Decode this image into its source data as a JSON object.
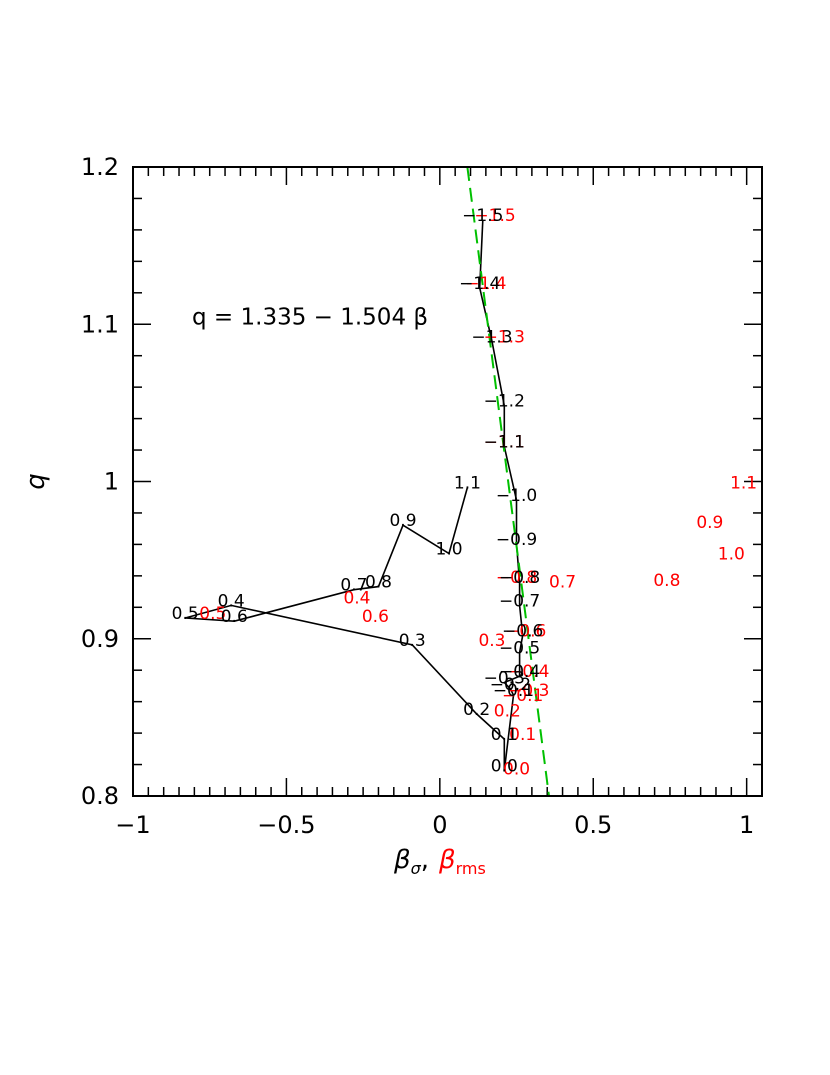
{
  "chart_data": {
    "type": "scatter",
    "xlim": [
      -1.0,
      1.05
    ],
    "ylim": [
      0.8,
      1.2
    ],
    "x_ticks": [
      "−1",
      "−0.5",
      "0",
      "0.5",
      "1"
    ],
    "x_tick_values": [
      -1,
      -0.5,
      0,
      0.5,
      1
    ],
    "y_ticks": [
      "0.8",
      "0.9",
      "1",
      "1.1",
      "1.2"
    ],
    "y_tick_values": [
      0.8,
      0.9,
      1.0,
      1.1,
      1.2
    ],
    "xlabel": {
      "part1": "β",
      "sub1": "σ",
      "sep": ",",
      "part2": "β",
      "sub2": "rms"
    },
    "ylabel": "q",
    "fit_line": {
      "label": "q = 1.335 − 1.504 β",
      "intercept": 1.335,
      "slope": -1.504,
      "color": "#00c000",
      "style": "dashed"
    },
    "series": [
      {
        "name": "β_σ",
        "color": "#000000",
        "points": [
          {
            "x": 0.21,
            "y": 0.82,
            "label": "0.0"
          },
          {
            "x": 0.21,
            "y": 0.84,
            "label": "0.1"
          },
          {
            "x": 0.12,
            "y": 0.856,
            "label": "0.2"
          },
          {
            "x": -0.09,
            "y": 0.9,
            "label": "0.3"
          },
          {
            "x": -0.68,
            "y": 0.925,
            "label": "0.4"
          },
          {
            "x": -0.83,
            "y": 0.917,
            "label": "0.5"
          },
          {
            "x": -0.67,
            "y": 0.915,
            "label": "0.6"
          },
          {
            "x": -0.28,
            "y": 0.935,
            "label": "0.7"
          },
          {
            "x": -0.2,
            "y": 0.937,
            "label": "0.8"
          },
          {
            "x": -0.12,
            "y": 0.976,
            "label": "0.9"
          },
          {
            "x": 0.03,
            "y": 0.958,
            "label": "1.0"
          },
          {
            "x": 0.09,
            "y": 1.0,
            "label": "1.1"
          },
          {
            "x": 0.24,
            "y": 0.868,
            "label": "−0.1"
          },
          {
            "x": 0.23,
            "y": 0.872,
            "label": "−0.2"
          },
          {
            "x": 0.21,
            "y": 0.876,
            "label": "−0.3"
          },
          {
            "x": 0.26,
            "y": 0.88,
            "label": "−0.4"
          },
          {
            "x": 0.26,
            "y": 0.895,
            "label": "−0.5"
          },
          {
            "x": 0.27,
            "y": 0.906,
            "label": "−0.6"
          },
          {
            "x": 0.26,
            "y": 0.925,
            "label": "−0.7"
          },
          {
            "x": 0.26,
            "y": 0.94,
            "label": "−0.8"
          },
          {
            "x": 0.25,
            "y": 0.964,
            "label": "−0.9"
          },
          {
            "x": 0.25,
            "y": 0.992,
            "label": "−1.0"
          },
          {
            "x": 0.21,
            "y": 1.026,
            "label": "−1.1"
          },
          {
            "x": 0.21,
            "y": 1.052,
            "label": "−1.2"
          },
          {
            "x": 0.17,
            "y": 1.093,
            "label": "−1.3"
          },
          {
            "x": 0.13,
            "y": 1.127,
            "label": "−1.4"
          },
          {
            "x": 0.14,
            "y": 1.17,
            "label": "−1.5"
          }
        ],
        "path_order": [
          "1.1",
          "1.0",
          "0.9",
          "0.8",
          "0.7",
          "0.6",
          "0.5",
          "0.4",
          "0.3",
          "0.2",
          "0.1",
          "0.0"
        ],
        "path_neg": [
          "0.0",
          "−0.1",
          "−0.2",
          "−0.3",
          "−0.4",
          "−0.5",
          "−0.6",
          "−0.7",
          "−0.8",
          "−0.9",
          "−1.0",
          "−1.1",
          "−1.2",
          "−1.3",
          "−1.4",
          "−1.5"
        ]
      },
      {
        "name": "β_rms",
        "color": "#ff0000",
        "points": [
          {
            "x": 0.25,
            "y": 0.818,
            "label": "0.0"
          },
          {
            "x": 0.27,
            "y": 0.84,
            "label": "0.1"
          },
          {
            "x": 0.22,
            "y": 0.855,
            "label": "0.2"
          },
          {
            "x": 0.17,
            "y": 0.9,
            "label": "0.3"
          },
          {
            "x": -0.27,
            "y": 0.927,
            "label": "0.4"
          },
          {
            "x": -0.74,
            "y": 0.917,
            "label": "0.5"
          },
          {
            "x": -0.21,
            "y": 0.915,
            "label": "0.6"
          },
          {
            "x": 0.4,
            "y": 0.937,
            "label": "0.7"
          },
          {
            "x": 0.74,
            "y": 0.938,
            "label": "0.8"
          },
          {
            "x": 0.88,
            "y": 0.975,
            "label": "0.9"
          },
          {
            "x": 0.95,
            "y": 0.955,
            "label": "1.0"
          },
          {
            "x": 0.99,
            "y": 1.0,
            "label": "1.1"
          },
          {
            "x": 0.27,
            "y": 0.865,
            "label": "−0.1"
          },
          {
            "x": 0.29,
            "y": 0.868,
            "label": "−0.3"
          },
          {
            "x": 0.29,
            "y": 0.88,
            "label": "−0.4"
          },
          {
            "x": 0.28,
            "y": 0.906,
            "label": "−0.6"
          },
          {
            "x": 0.25,
            "y": 0.94,
            "label": "−0.8"
          },
          {
            "x": 0.21,
            "y": 1.026,
            "label": "−1.1"
          },
          {
            "x": 0.21,
            "y": 1.093,
            "label": "−1.3"
          },
          {
            "x": 0.15,
            "y": 1.127,
            "label": "−1.4"
          },
          {
            "x": 0.18,
            "y": 1.17,
            "label": "−1.5"
          }
        ]
      }
    ]
  }
}
